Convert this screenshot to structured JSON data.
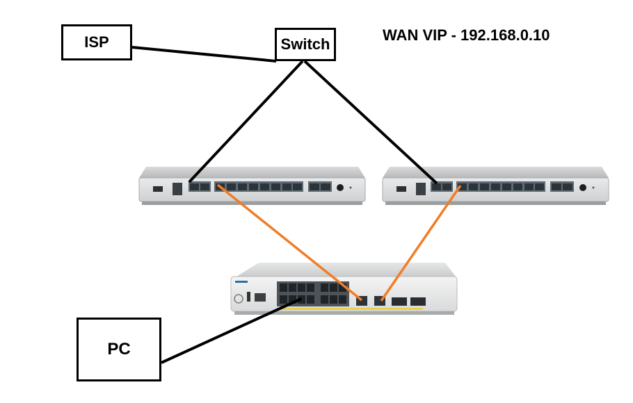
{
  "nodes": {
    "isp": {
      "label": "ISP"
    },
    "switch": {
      "label": "Switch"
    },
    "pc": {
      "label": "PC"
    }
  },
  "annotation": {
    "wan_vip": "WAN VIP - 192.168.0.10"
  },
  "colors": {
    "wired_link": "#000000",
    "lan_link": "#f07d26",
    "device_body": "#c8c9ca",
    "port": "#5e6b74"
  },
  "devices": {
    "firewall_left": {
      "icon": "firewall-appliance-icon"
    },
    "firewall_right": {
      "icon": "firewall-appliance-icon"
    },
    "core_switch": {
      "icon": "cisco-switch-icon"
    }
  }
}
